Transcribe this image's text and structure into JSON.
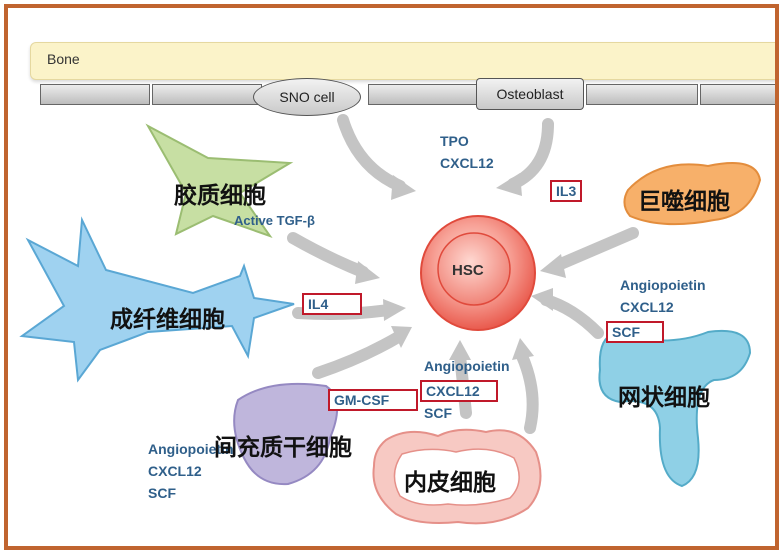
{
  "bone": {
    "label": "Bone"
  },
  "cells_top": {
    "sno": "SNO cell",
    "osteoblast": "Osteoblast"
  },
  "hsc": {
    "label": "HSC"
  },
  "top_factors": [
    "TPO",
    "CXCL12"
  ],
  "active_tgf": "Active TGF-β",
  "boxed": {
    "il3": "IL3",
    "il4": "IL4",
    "gmcsf": "GM-CSF",
    "cxcl12_mid": "CXCL12",
    "scf_right": "SCF"
  },
  "mid_factors": {
    "angiopoietin": "Angiopoietin",
    "scf": "SCF"
  },
  "right_factors": {
    "angiopoietin": "Angiopoietin",
    "cxcl12": "CXCL12"
  },
  "left_factors": [
    "Angiopoietin",
    "CXCL12",
    "SCF"
  ],
  "cell_names": {
    "glial": "胶质细胞",
    "fibroblast": "成纤维细胞",
    "macrophage": "巨噬细胞",
    "reticular": "网状细胞",
    "msc": "间充质干细胞",
    "endothelial": "内皮细胞"
  },
  "colors": {
    "frame": "#c0642f",
    "hsc": "#f06a5c",
    "highlight": "#c0192a",
    "text_blue": "#2f5f8a"
  }
}
